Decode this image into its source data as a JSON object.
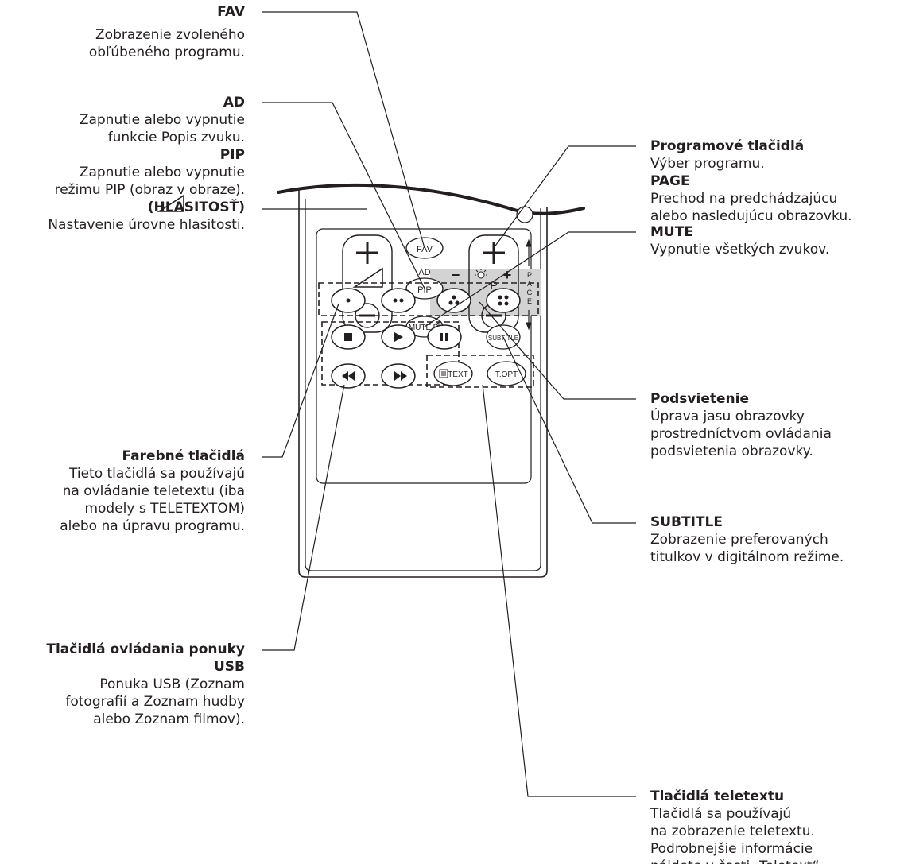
{
  "remote": {
    "btn_fav": "FAV",
    "btn_ad": "AD",
    "btn_pip": "PIP",
    "btn_mute": "MUTE",
    "btn_p": "P",
    "page_letters": [
      "P",
      "A",
      "G",
      "E"
    ],
    "btn_subtitle": "SUBTITLE",
    "btn_text": "TEXT",
    "btn_topt": "T.OPT",
    "plus": "+",
    "minus": "−"
  },
  "labels": {
    "fav": {
      "title": "FAV",
      "desc": "Zobrazenie zvoleného\nobľúbeného programu."
    },
    "ad": {
      "title": "AD",
      "desc": "Zapnutie alebo vypnutie\nfunkcie Popis zvuku."
    },
    "pip": {
      "title": "PIP",
      "desc": "Zapnutie alebo vypnutie\nrežimu PIP (obraz v obraze)."
    },
    "volume": {
      "title": "(HLASITOSŤ)",
      "desc": "Nastavenie úrovne hlasitosti."
    },
    "color": {
      "title": "Farebné tlačidlá",
      "desc": "Tieto tlačidlá sa používajú\nna ovládanie teletextu (iba\nmodely s TELETEXTOM)\nalebo na úpravu programu."
    },
    "usb": {
      "title": "Tlačidlá ovládania ponuky\nUSB",
      "desc": "Ponuka USB (Zoznam\nfotografií a Zoznam hudby\nalebo Zoznam filmov)."
    },
    "program": {
      "title": "Programové tlačidlá",
      "desc": "Výber programu."
    },
    "page": {
      "title": "PAGE",
      "desc": "Prechod na predchádzajúcu\nalebo nasledujúcu obrazovku."
    },
    "mute": {
      "title": "MUTE",
      "desc": "Vypnutie všetkých zvukov."
    },
    "backlight": {
      "title": "Podsvietenie",
      "desc": "Úprava jasu obrazovky\nprostredníctvom ovládania\npodsvietenia obrazovky."
    },
    "subtitle": {
      "title": "SUBTITLE",
      "desc": "Zobrazenie preferovaných\ntitulkov v digitálnom režime."
    },
    "teletext": {
      "title": "Tlačidlá teletextu",
      "desc": "Tlačidlá sa používajú\nna zobrazenie teletextu.\nPodrobnejšie informácie\nnájdete v časti „Teletext“."
    }
  }
}
